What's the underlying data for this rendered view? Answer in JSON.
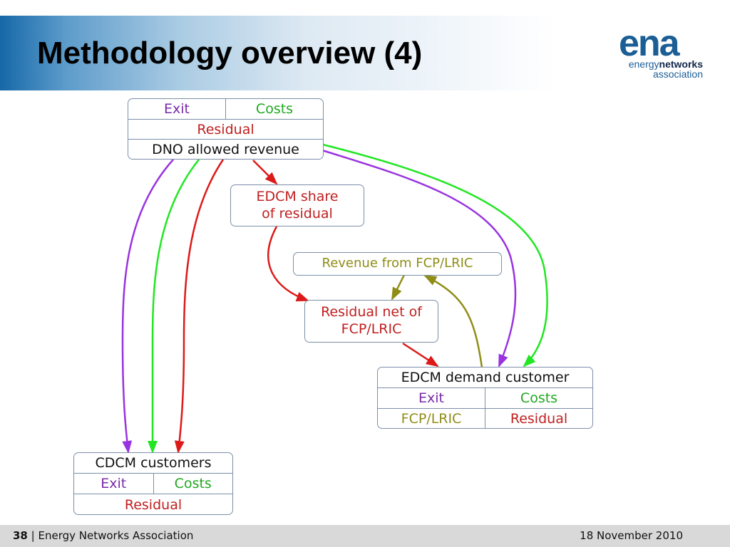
{
  "slide": {
    "title": "Methodology overview (4)",
    "page_number": "38",
    "separator": "|",
    "organization": "Energy Networks Association",
    "date": "18 November 2010"
  },
  "logo": {
    "mark_text": "ena",
    "line1_light": "energy",
    "line1_bold": "networks",
    "line2": "association"
  },
  "colors": {
    "exit": "#7a2aa8",
    "costs": "#1fa81f",
    "residual": "#c01f1f",
    "fcp_lric": "#8f8d16",
    "green_arrow": "#22e622",
    "purple_arrow": "#9933e0",
    "red_arrow": "#dd1a1a",
    "olive_arrow": "#8f8d16"
  },
  "nodes": {
    "dno": {
      "exit": "Exit",
      "costs": "Costs",
      "residual": "Residual",
      "label": "DNO allowed revenue"
    },
    "edcm_share": {
      "line1": "EDCM share",
      "line2": "of residual"
    },
    "revenue_fcp": {
      "label": "Revenue from FCP/LRIC"
    },
    "residual_net": {
      "line1": "Residual net of",
      "line2": "FCP/LRIC"
    },
    "edcm_demand": {
      "label": "EDCM demand customer",
      "exit": "Exit",
      "costs": "Costs",
      "fcp": "FCP/LRIC",
      "residual": "Residual"
    },
    "cdcm": {
      "label": "CDCM customers",
      "exit": "Exit",
      "costs": "Costs",
      "residual": "Residual"
    }
  }
}
